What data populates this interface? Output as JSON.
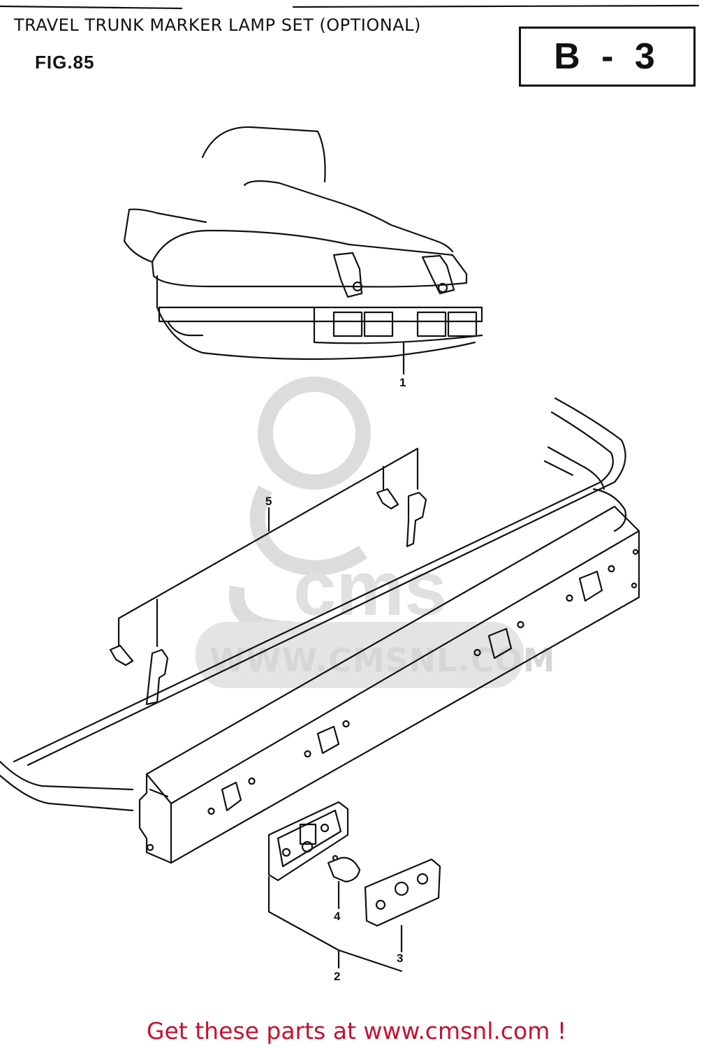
{
  "header": {
    "title": "TRAVEL TRUNK MARKER LAMP SET (OPTIONAL)",
    "figure": "FIG.85",
    "section_code": "B - 3"
  },
  "callouts": [
    "1",
    "2",
    "3",
    "4",
    "5"
  ],
  "watermark": {
    "text": "WWW.CMSNL.COM",
    "color": "#d6d6d6"
  },
  "footer": {
    "link_text": "Get these parts at www.cmsnl.com !",
    "color": "#c8102e"
  }
}
